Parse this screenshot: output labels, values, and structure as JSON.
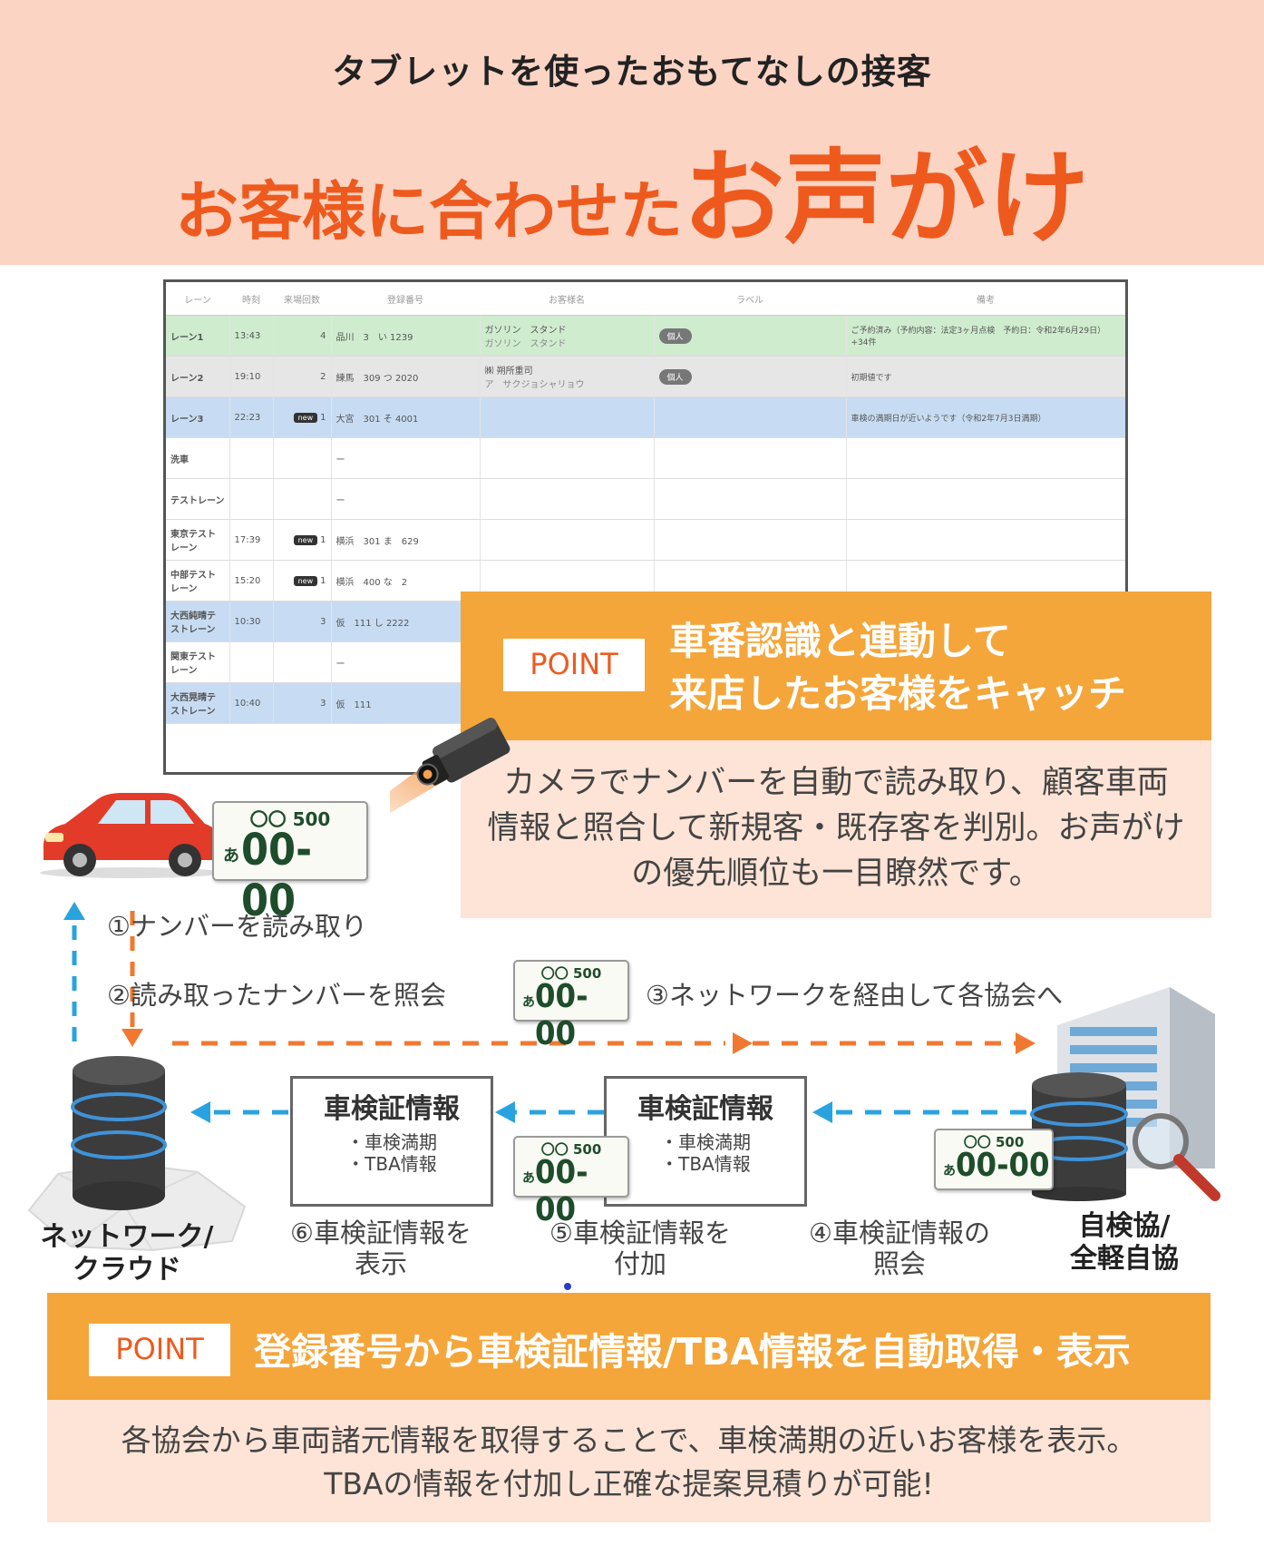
{
  "header": {
    "subtitle": "タブレットを使ったおもてなしの接客",
    "title_small": "お客様に合わせた",
    "title_big": "お声がけ"
  },
  "table": {
    "columns": [
      "レーン",
      "時刻",
      "来場回数",
      "登録番号",
      "お客様名",
      "ラベル",
      "備考"
    ],
    "rows": [
      {
        "lane": "レーン1",
        "time": "13:43",
        "chip": "",
        "count": "4",
        "plate": "品川　3　い 1239",
        "name1": "ガソリン　スタンド",
        "name2": "ガソリン　スタンド",
        "label": "個人",
        "note": "ご予約済み（予約内容：法定3ヶ月点検　予約日：令和2年6月29日）+34件",
        "style": "green"
      },
      {
        "lane": "レーン2",
        "time": "19:10",
        "chip": "",
        "count": "2",
        "plate": "練馬　309 つ 2020",
        "name1": "㈱ 朔所重司",
        "name2": "ア　サクジョシャリョウ",
        "label": "個人",
        "note": "初期値です",
        "style": "gray"
      },
      {
        "lane": "レーン3",
        "time": "22:23",
        "chip": "new",
        "count": "1",
        "plate": "大宮　301 そ 4001",
        "name1": "",
        "name2": "",
        "label": "",
        "note": "車検の満期日が近いようです（令和2年7月3日満期）",
        "style": "blue"
      },
      {
        "lane": "洗車",
        "time": "",
        "chip": "",
        "count": "",
        "plate": "ー",
        "name1": "",
        "name2": "",
        "label": "",
        "note": "",
        "style": ""
      },
      {
        "lane": "テストレーン",
        "time": "",
        "chip": "",
        "count": "",
        "plate": "ー",
        "name1": "",
        "name2": "",
        "label": "",
        "note": "",
        "style": ""
      },
      {
        "lane": "東京テストレーン",
        "time": "17:39",
        "chip": "new",
        "count": "1",
        "plate": "横浜　301 ま　629",
        "name1": "",
        "name2": "",
        "label": "",
        "note": "",
        "style": ""
      },
      {
        "lane": "中部テストレーン",
        "time": "15:20",
        "chip": "new",
        "count": "1",
        "plate": "横浜　400 な　2",
        "name1": "",
        "name2": "",
        "label": "",
        "note": "",
        "style": ""
      },
      {
        "lane": "大西純晴テストレーン",
        "time": "10:30",
        "chip": "",
        "count": "3",
        "plate": "仮　111 し 2222",
        "name1": "",
        "name2": "",
        "label": "",
        "note": "",
        "style": "blue"
      },
      {
        "lane": "関東テストレーン",
        "time": "",
        "chip": "",
        "count": "",
        "plate": "ー",
        "name1": "",
        "name2": "",
        "label": "",
        "note": "",
        "style": ""
      },
      {
        "lane": "大西晃晴テストレーン",
        "time": "10:40",
        "chip": "",
        "count": "3",
        "plate": "仮　111",
        "name1": "",
        "name2": "",
        "label": "",
        "note": "",
        "style": "blue"
      }
    ]
  },
  "point1": {
    "label": "POINT",
    "title_line1": "車番認識と連動して",
    "title_line2": "来店したお客様をキャッチ",
    "desc_line1": "カメラでナンバーを自動で読み取り、顧客車両",
    "desc_line2": "情報と照合して新規客・既存客を判別。お声がけ",
    "desc_line3": "の優先順位も一目瞭然です。"
  },
  "plate": {
    "top": "〇〇 500",
    "kana": "あ",
    "number": "00-00"
  },
  "steps": {
    "s1": "①ナンバーを読み取り",
    "s2": "②読み取ったナンバーを照会",
    "s3": "③ネットワークを経由して各協会へ",
    "s4_line1": "④車検証情報の",
    "s4_line2": "照会",
    "s5_line1": "⑤車検証情報を",
    "s5_line2": "付加",
    "s6_line1": "⑥車検証情報を",
    "s6_line2": "表示"
  },
  "doc": {
    "title": "車検証情報",
    "line1": "・車検満期",
    "line2": "・TBA情報"
  },
  "nodes": {
    "network_line1": "ネットワーク/",
    "network_line2": "クラウド",
    "assoc_line1": "自検協/",
    "assoc_line2": "全軽自協"
  },
  "point2": {
    "label": "POINT",
    "title": "登録番号から車検証情報/TBA情報を自動取得・表示",
    "desc_line1": "各協会から車両諸元情報を取得することで、車検満期の近いお客様を表示。",
    "desc_line2": "TBAの情報を付加し正確な提案見積りが可能!"
  },
  "colors": {
    "accent_orange": "#ee5a1e",
    "point_orange": "#f4a63a",
    "arrow_blue": "#29a3e0",
    "arrow_orange": "#f07830"
  }
}
